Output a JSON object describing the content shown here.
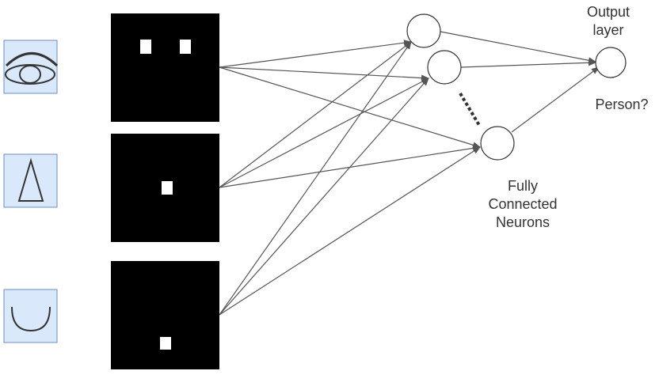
{
  "diagram": {
    "labels": {
      "output_layer_line1": "Output",
      "output_layer_line2": "layer",
      "output_question": "Person?",
      "fully_connected_line1": "Fully",
      "fully_connected_line2": "Connected",
      "fully_connected_line3": "Neurons"
    },
    "icons": [
      {
        "name": "eye-icon"
      },
      {
        "name": "triangle-nose-icon"
      },
      {
        "name": "smile-mouth-icon"
      }
    ],
    "feature_maps": [
      {
        "name": "feature-map-eyes",
        "active_pixels": 2
      },
      {
        "name": "feature-map-nose",
        "active_pixels": 1
      },
      {
        "name": "feature-map-mouth",
        "active_pixels": 1
      }
    ],
    "hidden_neurons": 3,
    "output_neurons": 1,
    "colors": {
      "icon_fill": "#dae8fc",
      "icon_stroke": "#6c8ebf",
      "map_fill": "#000000",
      "pixel_fill": "#ffffff",
      "line": "#555555",
      "text": "#333333"
    }
  }
}
